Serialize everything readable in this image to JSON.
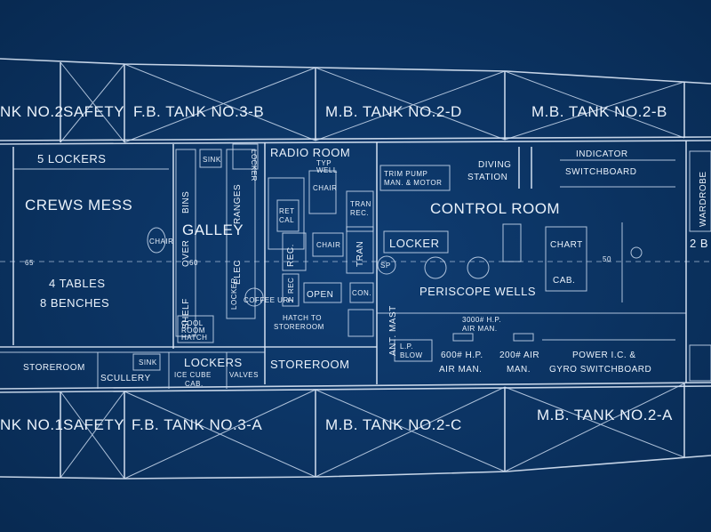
{
  "upper_tanks": {
    "tank_no2_partial": "NK NO.2",
    "safety": "SAFETY",
    "fb_tank_3b": "F.B. TANK NO.3-B",
    "mb_tank_2d": "M.B. TANK NO.2-D",
    "mb_tank_2b": "M.B. TANK NO.2-B"
  },
  "lower_tanks": {
    "tank_no1_partial": "NK NO.1",
    "safety": "SAFETY",
    "fb_tank_3a": "F.B. TANK NO.3-A",
    "mb_tank_2c": "M.B. TANK NO.2-C",
    "mb_tank_2a": "M.B. TANK NO.2-A"
  },
  "mess": {
    "lockers": "5 LOCKERS",
    "title": "CREWS MESS",
    "tables": "4 TABLES",
    "benches": "8 BENCHES",
    "chair": "CHAIR",
    "frame": "65"
  },
  "galley": {
    "title": "GALLEY",
    "sink": "SINK",
    "locker_top": "LOCKER",
    "shelf": "SHELF",
    "over": "OVER",
    "bins": "BINS",
    "elec": "ELEC",
    "ranges": "RANGES",
    "frame": "60",
    "locker": "LOCKER",
    "coffee_urn": "COFFEE URN",
    "cool_room_1": "COOL",
    "cool_room_2": "ROOM",
    "cool_room_3": "HATCH"
  },
  "radio": {
    "title": "RADIO ROOM",
    "typewell_1": "TYP",
    "typewell_2": "WELL",
    "chair": "CHAIR",
    "tran_rec_1": "TRAN",
    "tran_rec_2": "REC.",
    "rec": "REC.",
    "ret_cal_1": "RET",
    "ret_cal_2": "CAL",
    "chair2": "CHAIR",
    "tran": "TRAN",
    "t_rec": "T. REC",
    "open": "OPEN",
    "con": "CON.",
    "hatch_1": "HATCH TO",
    "hatch_2": "STOREROOM"
  },
  "control": {
    "trim_pump_1": "TRIM PUMP",
    "trim_pump_2": "MAN. & MOTOR",
    "diving_1": "DIVING",
    "diving_2": "STATION",
    "indicator_1": "INDICATOR",
    "indicator_2": "SWITCHBOARD",
    "title": "CONTROL ROOM",
    "locker": "LOCKER",
    "chart": "CHART",
    "cab": "CAB.",
    "frame": "50",
    "periscope": "PERISCOPE WELLS",
    "sp": "SP",
    "ant_mast": "ANT. MAST",
    "hp_air_1": "3000# H.P.",
    "hp_air_2": "AIR MAN.",
    "lp_blow_1": "L.P.",
    "lp_blow_2": "BLOW",
    "air600_1": "600# H.P.",
    "air600_2": "AIR MAN.",
    "air200_1": "200# AIR",
    "air200_2": "MAN.",
    "power_1": "POWER I.C. &",
    "power_2": "GYRO SWITCHBOARD"
  },
  "right_edge": {
    "wardrobe": "WARDROBE",
    "berth": "2 B"
  },
  "lower_rooms": {
    "storeroom_left": "STOREROOM",
    "scullery": "SCULLERY",
    "sink": "SINK",
    "lockers": "LOCKERS",
    "icecube_1": "ICE CUBE",
    "icecube_2": "CAB.",
    "valves": "VALVES",
    "storeroom_mid": "STOREROOM"
  }
}
